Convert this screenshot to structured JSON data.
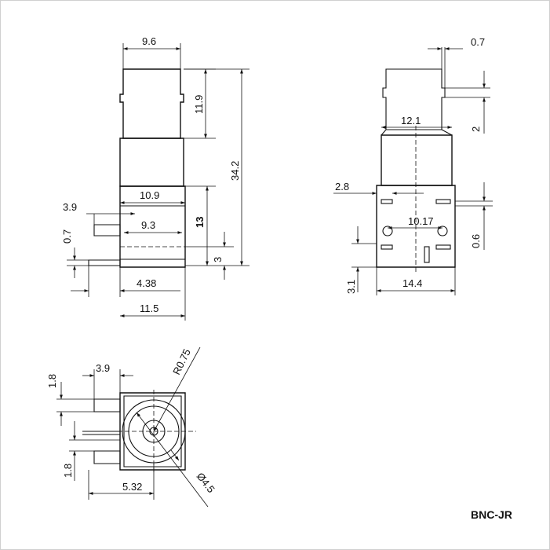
{
  "part_name": "BNC-JR",
  "side_view": {
    "dims": {
      "top_width": "9.6",
      "barrel_height": "11.9",
      "overall_height": "34.2",
      "base_width": "10.9",
      "base_height": "13",
      "pin_offset": "3.9",
      "inner_width": "9.3",
      "pin_thickness": "0.7",
      "bottom_step": "3",
      "pin_spacing": "4.38",
      "body_width": "11.5"
    }
  },
  "front_view": {
    "dims": {
      "pin_thickness": "0.7",
      "slot_height": "2",
      "barrel_width": "12.1",
      "left_offset": "2.8",
      "hole_spacing": "10.17",
      "right_step": "0.6",
      "bottom_step": "3.1",
      "body_width": "14.4"
    }
  },
  "bottom_view": {
    "dims": {
      "top_offset": "1.8",
      "pin_offset": "3.9",
      "radius": "R0.75",
      "bottom_offset": "1.8",
      "center_offset": "5.32",
      "diameter": "Ø4.5"
    }
  }
}
